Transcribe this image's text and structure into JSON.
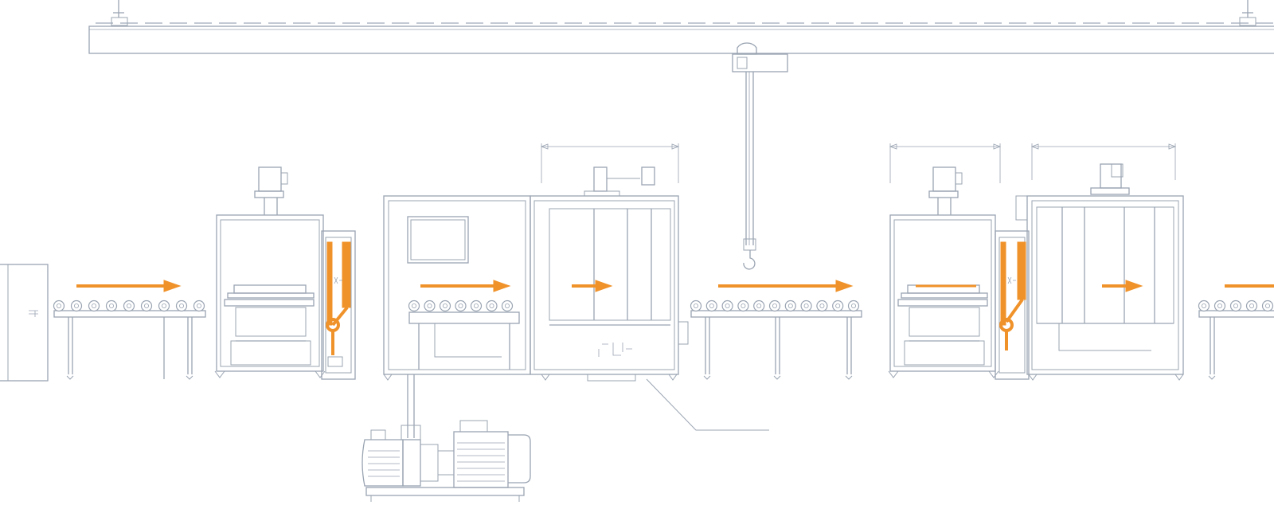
{
  "diagram": {
    "colors": {
      "line": "#9aa4b2",
      "dash": "#c3cad4",
      "accent": "#f0922a"
    },
    "elements": [
      "overhead-crane-rail",
      "crane-hoist",
      "cabinet-left",
      "roller-conveyor-1",
      "press-station-1",
      "vacuum-chamber",
      "vacuum-pump",
      "roller-conveyor-2",
      "press-station-2",
      "enclosed-cell",
      "roller-conveyor-3"
    ],
    "flow_direction": "left-to-right"
  }
}
